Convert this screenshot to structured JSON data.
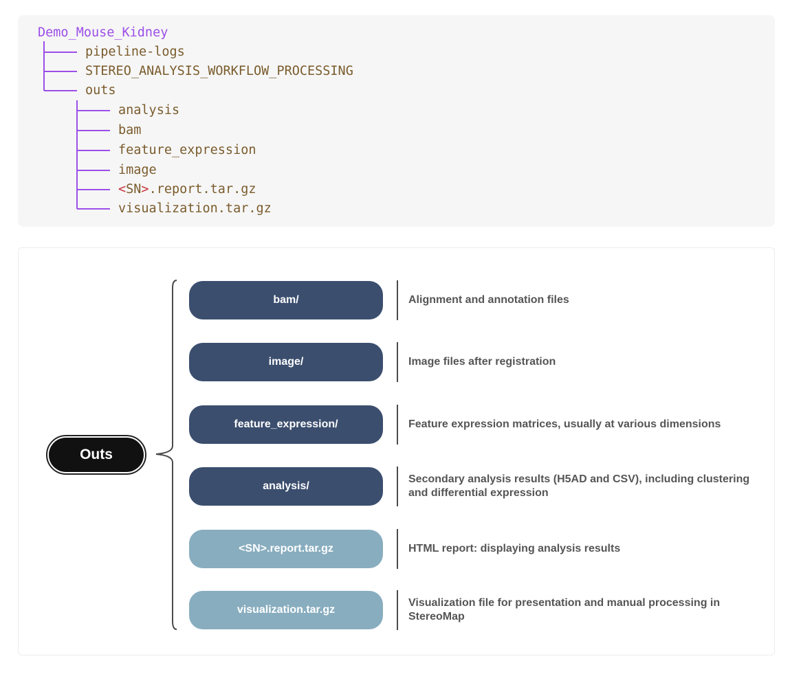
{
  "tree": {
    "root": "Demo_Mouse_Kidney",
    "items": [
      "pipeline-logs",
      "STEREO_ANALYSIS_WORKFLOW_PROCESSING",
      "outs"
    ],
    "outs_children": [
      "analysis",
      "bam",
      "feature_expression",
      "image",
      "<SN>.report.tar.gz",
      "visualization.tar.gz"
    ],
    "sn_report": {
      "open": "<",
      "sn": "SN",
      "close": ">",
      "rest": ".report.tar.gz"
    },
    "colors": {
      "branch": "#9c4ee8",
      "name": "#7a5c2d",
      "tag": "#c8343b"
    }
  },
  "diagram": {
    "root_label": "Outs",
    "nodes": [
      {
        "label": "bam/",
        "description": "Alignment and annotation files",
        "style": "dark"
      },
      {
        "label": "image/",
        "description": "Image files after registration",
        "style": "dark"
      },
      {
        "label": "feature_expression/",
        "description": "Feature expression matrices, usually at various dimensions",
        "style": "dark"
      },
      {
        "label": "analysis/",
        "description": "Secondary analysis results (H5AD and CSV), including clustering and differential expression",
        "style": "dark"
      },
      {
        "label": "<SN>.report.tar.gz",
        "description": "HTML report: displaying analysis results",
        "style": "light"
      },
      {
        "label": "visualization.tar.gz",
        "description": "Visualization file for presentation and manual processing in StereoMap",
        "style": "light"
      }
    ],
    "colors": {
      "dark_node": "#3b4e6e",
      "light_node": "#88adbf",
      "root_node": "#111111"
    }
  }
}
